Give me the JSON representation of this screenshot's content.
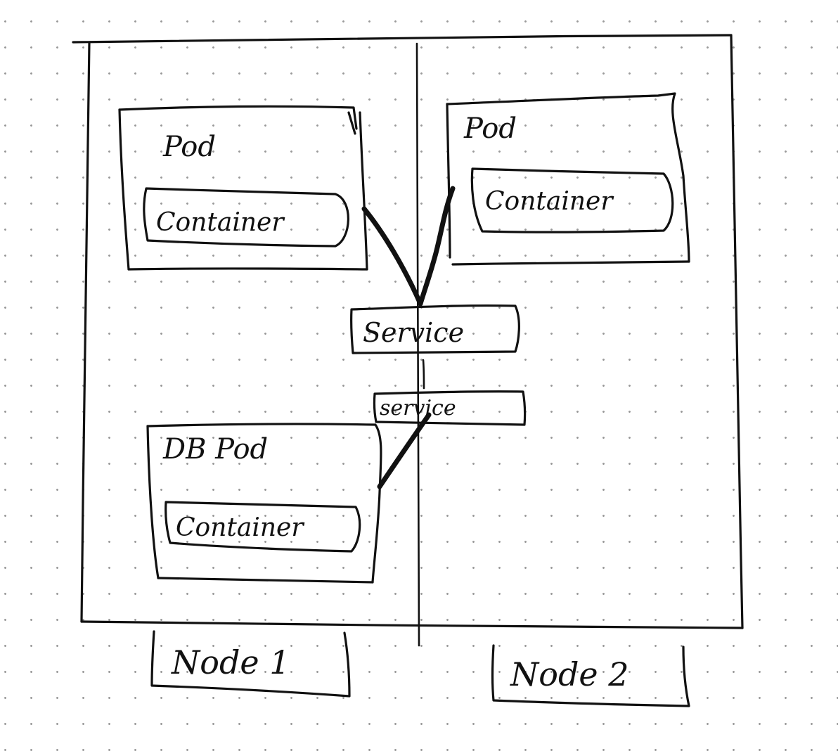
{
  "nodes": [
    {
      "label": "Node 1"
    },
    {
      "label": "Node 2"
    }
  ],
  "pods": [
    {
      "label": "Pod",
      "container": "Container"
    },
    {
      "label": "Pod",
      "container": "Container"
    },
    {
      "label": "DB Pod",
      "container": "Container"
    }
  ],
  "services": [
    {
      "label": "Service"
    },
    {
      "label": "service"
    }
  ]
}
